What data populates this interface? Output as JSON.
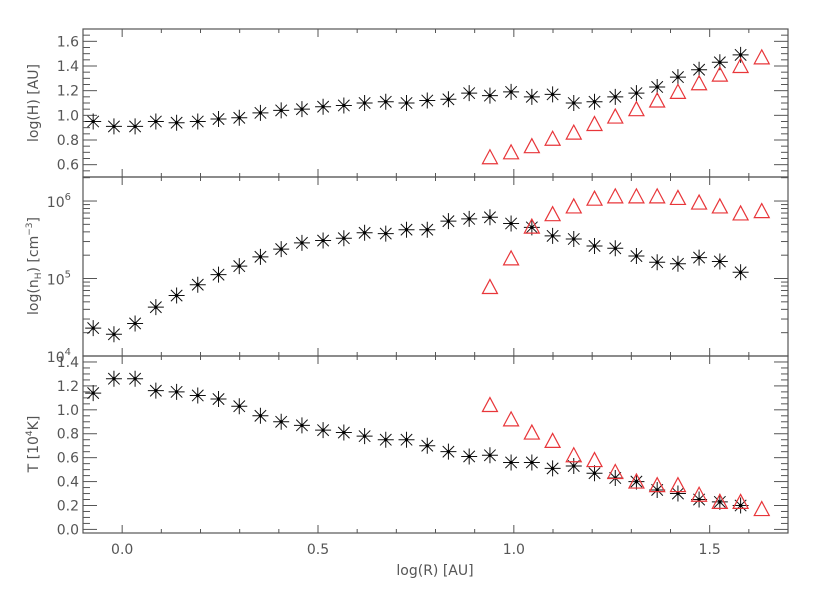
{
  "chart_data": [
    {
      "type": "scatter",
      "panel": "top",
      "xlabel": "",
      "ylabel": "log(H) [AU]",
      "ylim": [
        0.5,
        1.7
      ],
      "yticks": [
        "0.6",
        "0.8",
        "1.0",
        "1.2",
        "1.4",
        "1.6"
      ],
      "series": [
        {
          "name": "asterisk (black)",
          "marker": "asterisk",
          "color": "#111111",
          "x": [
            -0.074,
            -0.021,
            0.033,
            0.086,
            0.139,
            0.193,
            0.246,
            0.299,
            0.353,
            0.406,
            0.459,
            0.513,
            0.566,
            0.619,
            0.673,
            0.726,
            0.779,
            0.833,
            0.886,
            0.939,
            0.993,
            1.046,
            1.099,
            1.153,
            1.206,
            1.259,
            1.313,
            1.366,
            1.419,
            1.473,
            1.526,
            1.579
          ],
          "y": [
            0.95,
            0.91,
            0.91,
            0.95,
            0.94,
            0.95,
            0.97,
            0.98,
            1.02,
            1.04,
            1.05,
            1.07,
            1.08,
            1.1,
            1.11,
            1.1,
            1.12,
            1.13,
            1.18,
            1.16,
            1.19,
            1.15,
            1.17,
            1.1,
            1.11,
            1.15,
            1.18,
            1.23,
            1.31,
            1.37,
            1.43,
            1.49
          ]
        },
        {
          "name": "triangle (red)",
          "marker": "triangle",
          "color": "#e8363a",
          "x": [
            0.939,
            0.993,
            1.046,
            1.099,
            1.153,
            1.206,
            1.259,
            1.313,
            1.366,
            1.419,
            1.473,
            1.526,
            1.579,
            1.633
          ],
          "y": [
            0.66,
            0.7,
            0.75,
            0.81,
            0.86,
            0.93,
            0.99,
            1.05,
            1.12,
            1.19,
            1.26,
            1.33,
            1.4,
            1.47
          ]
        }
      ]
    },
    {
      "type": "scatter",
      "panel": "middle",
      "xlabel": "",
      "ylabel": "log(n_H) [cm^-3]",
      "yscale": "log",
      "ylim_log10": [
        4.0,
        6.31
      ],
      "yticks": [
        "10^4",
        "10^5",
        "10^6"
      ],
      "series": [
        {
          "name": "asterisk (black)",
          "marker": "asterisk",
          "color": "#111111",
          "x": [
            -0.074,
            -0.021,
            0.033,
            0.086,
            0.139,
            0.193,
            0.246,
            0.299,
            0.353,
            0.406,
            0.459,
            0.513,
            0.566,
            0.619,
            0.673,
            0.726,
            0.779,
            0.833,
            0.886,
            0.939,
            0.993,
            1.046,
            1.099,
            1.153,
            1.206,
            1.259,
            1.313,
            1.366,
            1.419,
            1.473,
            1.526,
            1.579
          ],
          "log10_y": [
            4.36,
            4.28,
            4.42,
            4.63,
            4.78,
            4.92,
            5.05,
            5.16,
            5.28,
            5.38,
            5.46,
            5.49,
            5.52,
            5.59,
            5.58,
            5.63,
            5.63,
            5.74,
            5.77,
            5.79,
            5.71,
            5.66,
            5.55,
            5.51,
            5.42,
            5.39,
            5.29,
            5.21,
            5.19,
            5.27,
            5.22,
            5.08
          ]
        },
        {
          "name": "triangle (red)",
          "marker": "triangle",
          "color": "#e8363a",
          "x": [
            0.939,
            0.993,
            1.046,
            1.099,
            1.153,
            1.206,
            1.259,
            1.313,
            1.366,
            1.419,
            1.473,
            1.526,
            1.579,
            1.633
          ],
          "log10_y": [
            4.89,
            5.26,
            5.67,
            5.83,
            5.93,
            6.03,
            6.06,
            6.06,
            6.06,
            6.04,
            5.98,
            5.93,
            5.84,
            5.87
          ]
        }
      ]
    },
    {
      "type": "scatter",
      "panel": "bottom",
      "xlabel": "log(R) [AU]",
      "ylabel": "T [10^4K]",
      "ylim": [
        -0.03,
        1.45
      ],
      "yticks": [
        "0.0",
        "0.2",
        "0.4",
        "0.6",
        "0.8",
        "1.0",
        "1.2",
        "1.4"
      ],
      "series": [
        {
          "name": "asterisk (black)",
          "marker": "asterisk",
          "color": "#111111",
          "x": [
            -0.074,
            -0.021,
            0.033,
            0.086,
            0.139,
            0.193,
            0.246,
            0.299,
            0.353,
            0.406,
            0.459,
            0.513,
            0.566,
            0.619,
            0.673,
            0.726,
            0.779,
            0.833,
            0.886,
            0.939,
            0.993,
            1.046,
            1.099,
            1.153,
            1.206,
            1.259,
            1.313,
            1.366,
            1.419,
            1.473,
            1.526,
            1.579
          ],
          "y": [
            1.14,
            1.26,
            1.26,
            1.16,
            1.15,
            1.12,
            1.09,
            1.03,
            0.95,
            0.9,
            0.87,
            0.83,
            0.81,
            0.78,
            0.75,
            0.75,
            0.7,
            0.65,
            0.61,
            0.62,
            0.56,
            0.56,
            0.51,
            0.53,
            0.47,
            0.43,
            0.4,
            0.33,
            0.3,
            0.25,
            0.23,
            0.2
          ]
        },
        {
          "name": "triangle (red)",
          "marker": "triangle",
          "color": "#e8363a",
          "x": [
            0.939,
            0.993,
            1.046,
            1.099,
            1.153,
            1.206,
            1.259,
            1.313,
            1.366,
            1.419,
            1.473,
            1.526,
            1.579,
            1.633
          ],
          "y": [
            1.04,
            0.92,
            0.81,
            0.74,
            0.62,
            0.58,
            0.48,
            0.4,
            0.37,
            0.37,
            0.29,
            0.23,
            0.23,
            0.17
          ]
        }
      ]
    }
  ],
  "x_axis": {
    "label": "log(R) [AU]",
    "xlim": [
      -0.1,
      1.7
    ],
    "ticks": [
      "0.0",
      "0.5",
      "1.0",
      "1.5"
    ],
    "tick_values": [
      0.0,
      0.5,
      1.0,
      1.5
    ]
  },
  "labels": {
    "panel1_ylabel": "log(H) [AU]",
    "panel2_ylabel_main": "log(n",
    "panel2_ylabel_sub": "H",
    "panel2_ylabel_tail": ") [cm",
    "panel2_ylabel_sup": "−3",
    "panel2_ylabel_end": "]",
    "panel3_ylabel_main": "T [10",
    "panel3_ylabel_sup": "4",
    "panel3_ylabel_end": "K]",
    "xlabel": "log(R) [AU]"
  }
}
